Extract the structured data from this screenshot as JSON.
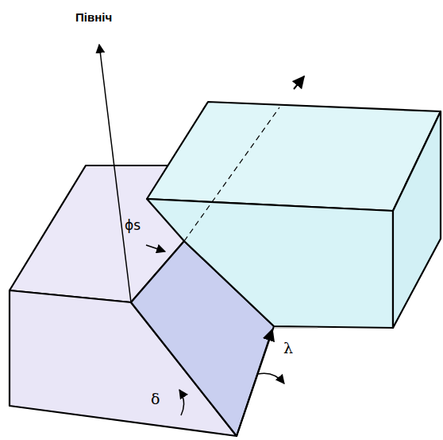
{
  "diagram": {
    "labels": [
      "Північ",
      "ϕs",
      "λ",
      "δ"
    ]
  }
}
